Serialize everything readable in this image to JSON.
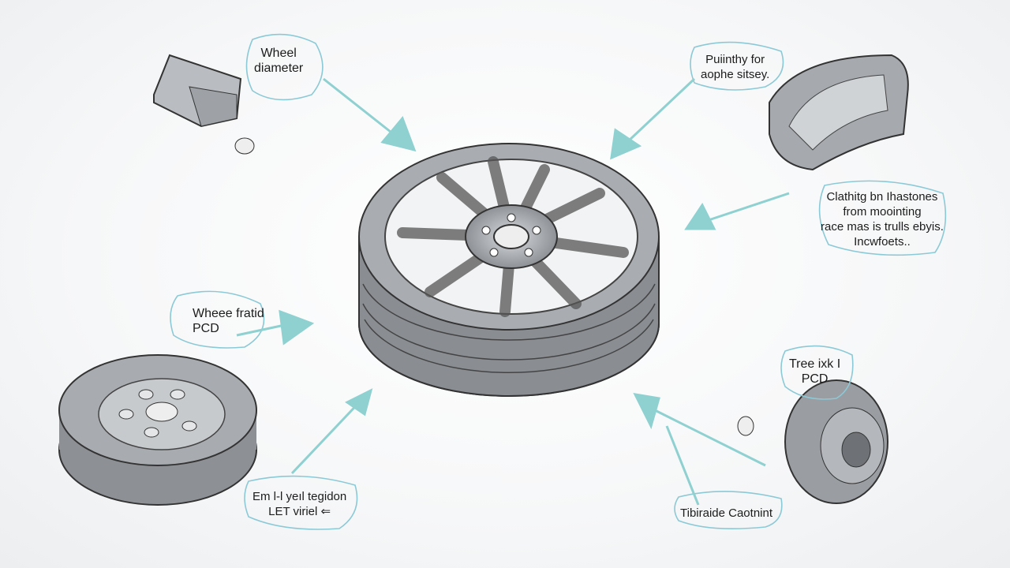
{
  "labels": {
    "wheel_diameter": [
      "Wheel",
      "diameter"
    ],
    "top_right": [
      "Puiinthy for",
      "aophe sitsey."
    ],
    "right_middle": [
      "Clathitg bn Ihastones",
      "from moointing",
      "race mas is trulls ebyis.",
      "Incwfoets.."
    ],
    "left_pcd": [
      "Wheee fratid",
      "PCD"
    ],
    "bottom_left": [
      "Em l-l yeıl tegidon",
      "LET viriel ⇐"
    ],
    "right_pcd": [
      "Tree ixk I",
      "PCD"
    ],
    "bottom_right": [
      "Tibiraide Caotnint"
    ]
  },
  "colors": {
    "arrow": "#8fd0d0",
    "bubble": "#8cc9d6",
    "metal": "#9a9ea3"
  }
}
